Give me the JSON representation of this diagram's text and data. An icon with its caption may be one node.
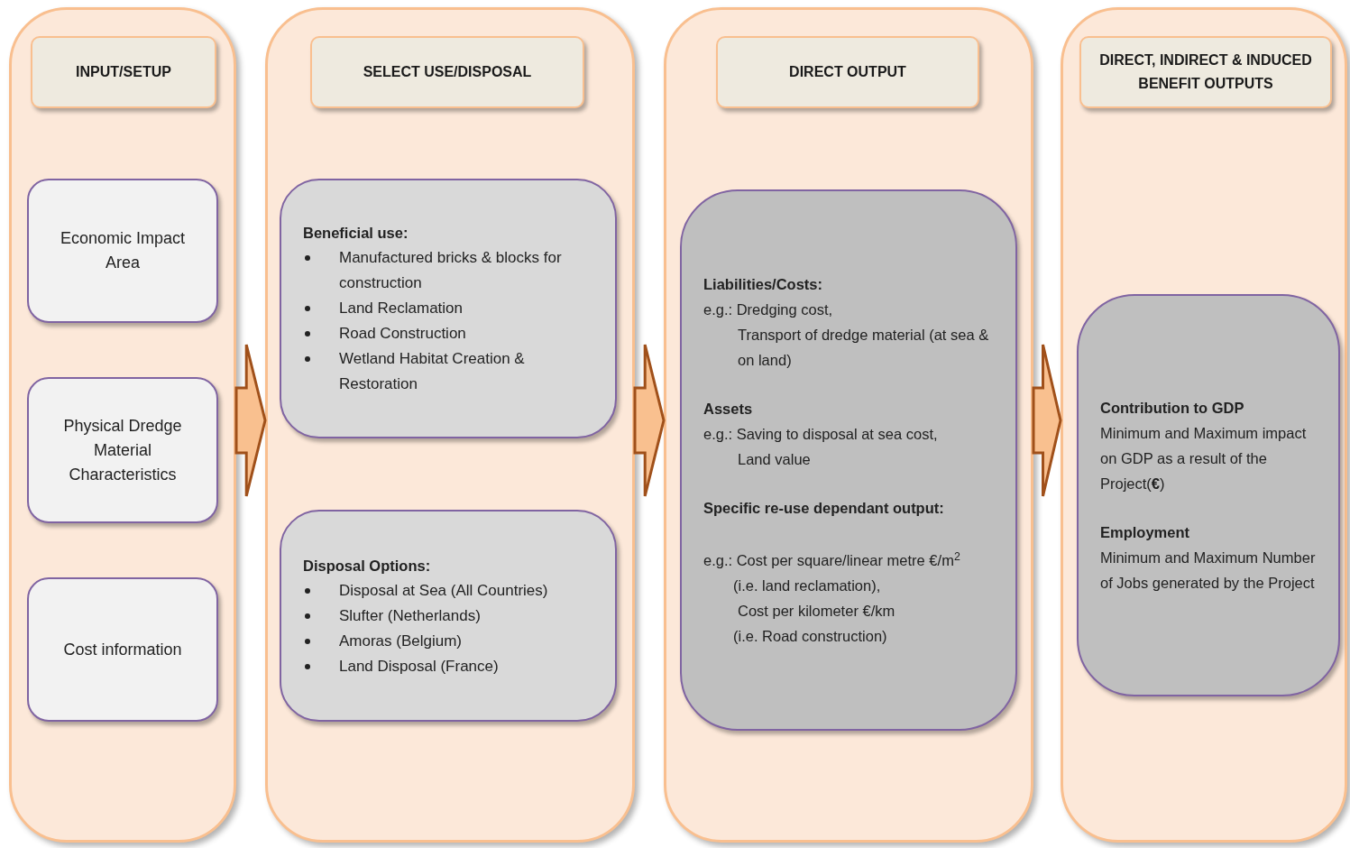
{
  "diagram": {
    "nodes": [
      {
        "text": [],
        "shape": "box"
      },
      {
        "text": [
          "INPUT/SETUP"
        ],
        "in": 0
      },
      {
        "text": [
          "Economic Impact Area"
        ],
        "in": 0
      },
      {
        "text": [
          "Physical Dredge Material Characteristics"
        ],
        "in": 0
      },
      {
        "text": [
          "Cost information"
        ],
        "in": 0
      },
      {
        "text": [],
        "shape": "box"
      },
      {
        "text": [
          "SELECT USE/DISPOSAL"
        ],
        "in": 5
      },
      {
        "text": [
          "Beneficial use:",
          "Manufactured bricks & blocks for construction",
          "Land Reclamation",
          "Road Construction",
          "Wetland Habitat Creation & Restoration"
        ],
        "in": 5
      },
      {
        "text": [
          "Disposal Options:",
          "Disposal at Sea (All Countries)",
          "Slufter (Netherlands)",
          "Amoras (Belgium)",
          "Land Disposal (France)"
        ],
        "in": 5
      },
      {
        "text": [],
        "shape": "box"
      },
      {
        "text": [
          "DIRECT OUTPUT"
        ],
        "in": 9
      },
      {
        "text": [
          "Liabilities/Costs:",
          "e.g.: Dredging cost,",
          "Transport of dredge material (at sea & on land)",
          "Assets",
          "e.g.: Saving to disposal at sea cost,",
          "Land value",
          "Specific re-use dependant output:",
          "e.g.: Cost per square/linear metre €/m$^{2}$",
          "(i.e. land reclamation),",
          "Cost per kilometer €/km",
          "(i.e. Road construction)"
        ],
        "in": 9
      },
      {
        "text": [],
        "shape": "box"
      },
      {
        "text": [
          "DIRECT, INDIRECT & INDUCED BENEFIT OUTPUTS"
        ],
        "in": 12
      },
      {
        "text": [
          "Contribution to GDP",
          "Minimum and Maximum impact on GDP as a result of the Project(**€**)",
          "Employment",
          "Minimum and Maximum Number of Jobs generated by the Project"
        ],
        "in": 12
      }
    ],
    "edges": [
      {
        "from": 0,
        "to": 5,
        "arrow": "to",
        "style": "thick"
      },
      {
        "from": 5,
        "to": 9,
        "arrow": "to",
        "style": "thick"
      },
      {
        "from": 9,
        "to": 12,
        "arrow": "to",
        "style": "thick"
      }
    ]
  }
}
